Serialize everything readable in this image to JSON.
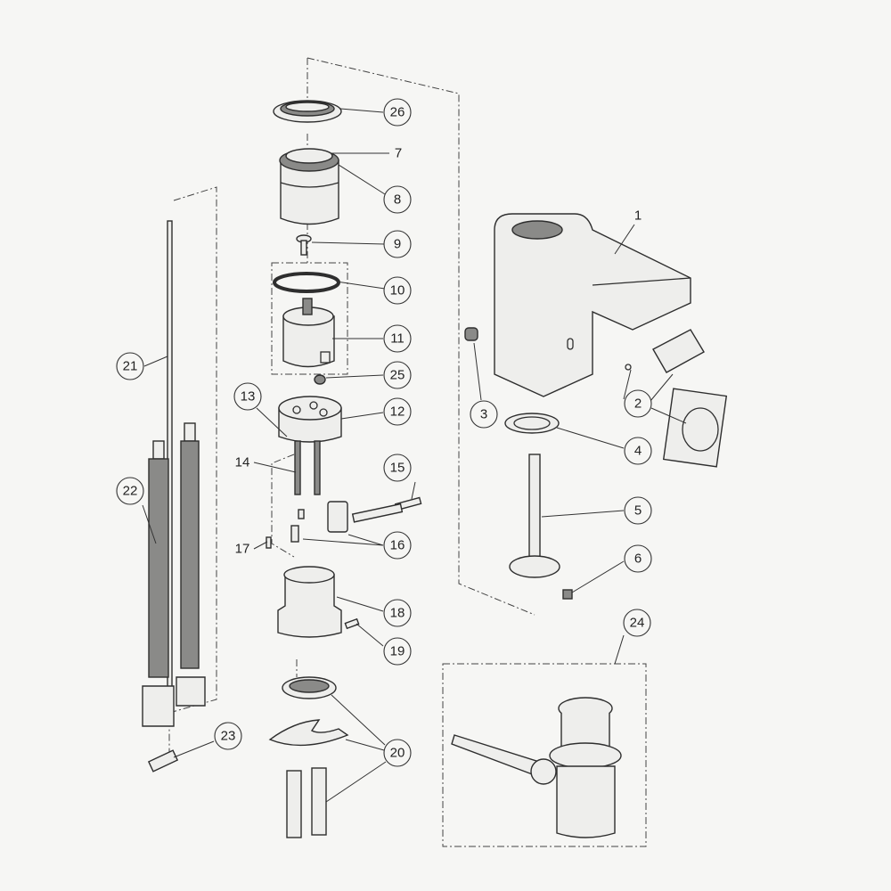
{
  "parts": {
    "p1": "1",
    "p2": "2",
    "p3": "3",
    "p4": "4",
    "p5": "5",
    "p6": "6",
    "p7": "7",
    "p8": "8",
    "p9": "9",
    "p10": "10",
    "p11": "11",
    "p12": "12",
    "p13": "13",
    "p14": "14",
    "p15": "15",
    "p16": "16",
    "p17": "17",
    "p18": "18",
    "p19": "19",
    "p20": "20",
    "p21": "21",
    "p22": "22",
    "p23": "23",
    "p24": "24",
    "p25": "25",
    "p26": "26"
  },
  "colors": {
    "line": "#2e2e2e",
    "background": "#f6f6f4"
  }
}
